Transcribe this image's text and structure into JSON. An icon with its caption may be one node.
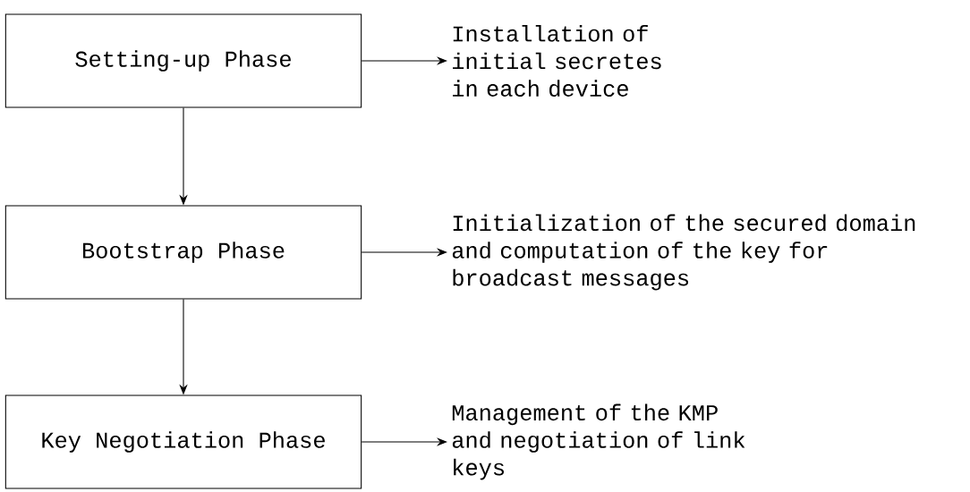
{
  "diagram": {
    "nodes": [
      {
        "text": [
          "Setting-up Phase"
        ]
      },
      {
        "text": [
          "Installation of initial secretes in each device"
        ]
      },
      {
        "text": [
          "Bootstrap Phase"
        ]
      },
      {
        "text": [
          "Initialization of the secured domain and computation of the key for broadcast messages"
        ]
      },
      {
        "text": [
          "Key Negotiation Phase"
        ]
      },
      {
        "text": [
          "Management of the KMP and negotiation of link keys"
        ]
      }
    ],
    "edges": [
      {
        "from": 0,
        "to": 1,
        "arrow": "to"
      },
      {
        "from": 0,
        "to": 2,
        "arrow": "to"
      },
      {
        "from": 2,
        "to": 3,
        "arrow": "to"
      },
      {
        "from": 2,
        "to": 4,
        "arrow": "to"
      },
      {
        "from": 4,
        "to": 5,
        "arrow": "to"
      }
    ]
  }
}
